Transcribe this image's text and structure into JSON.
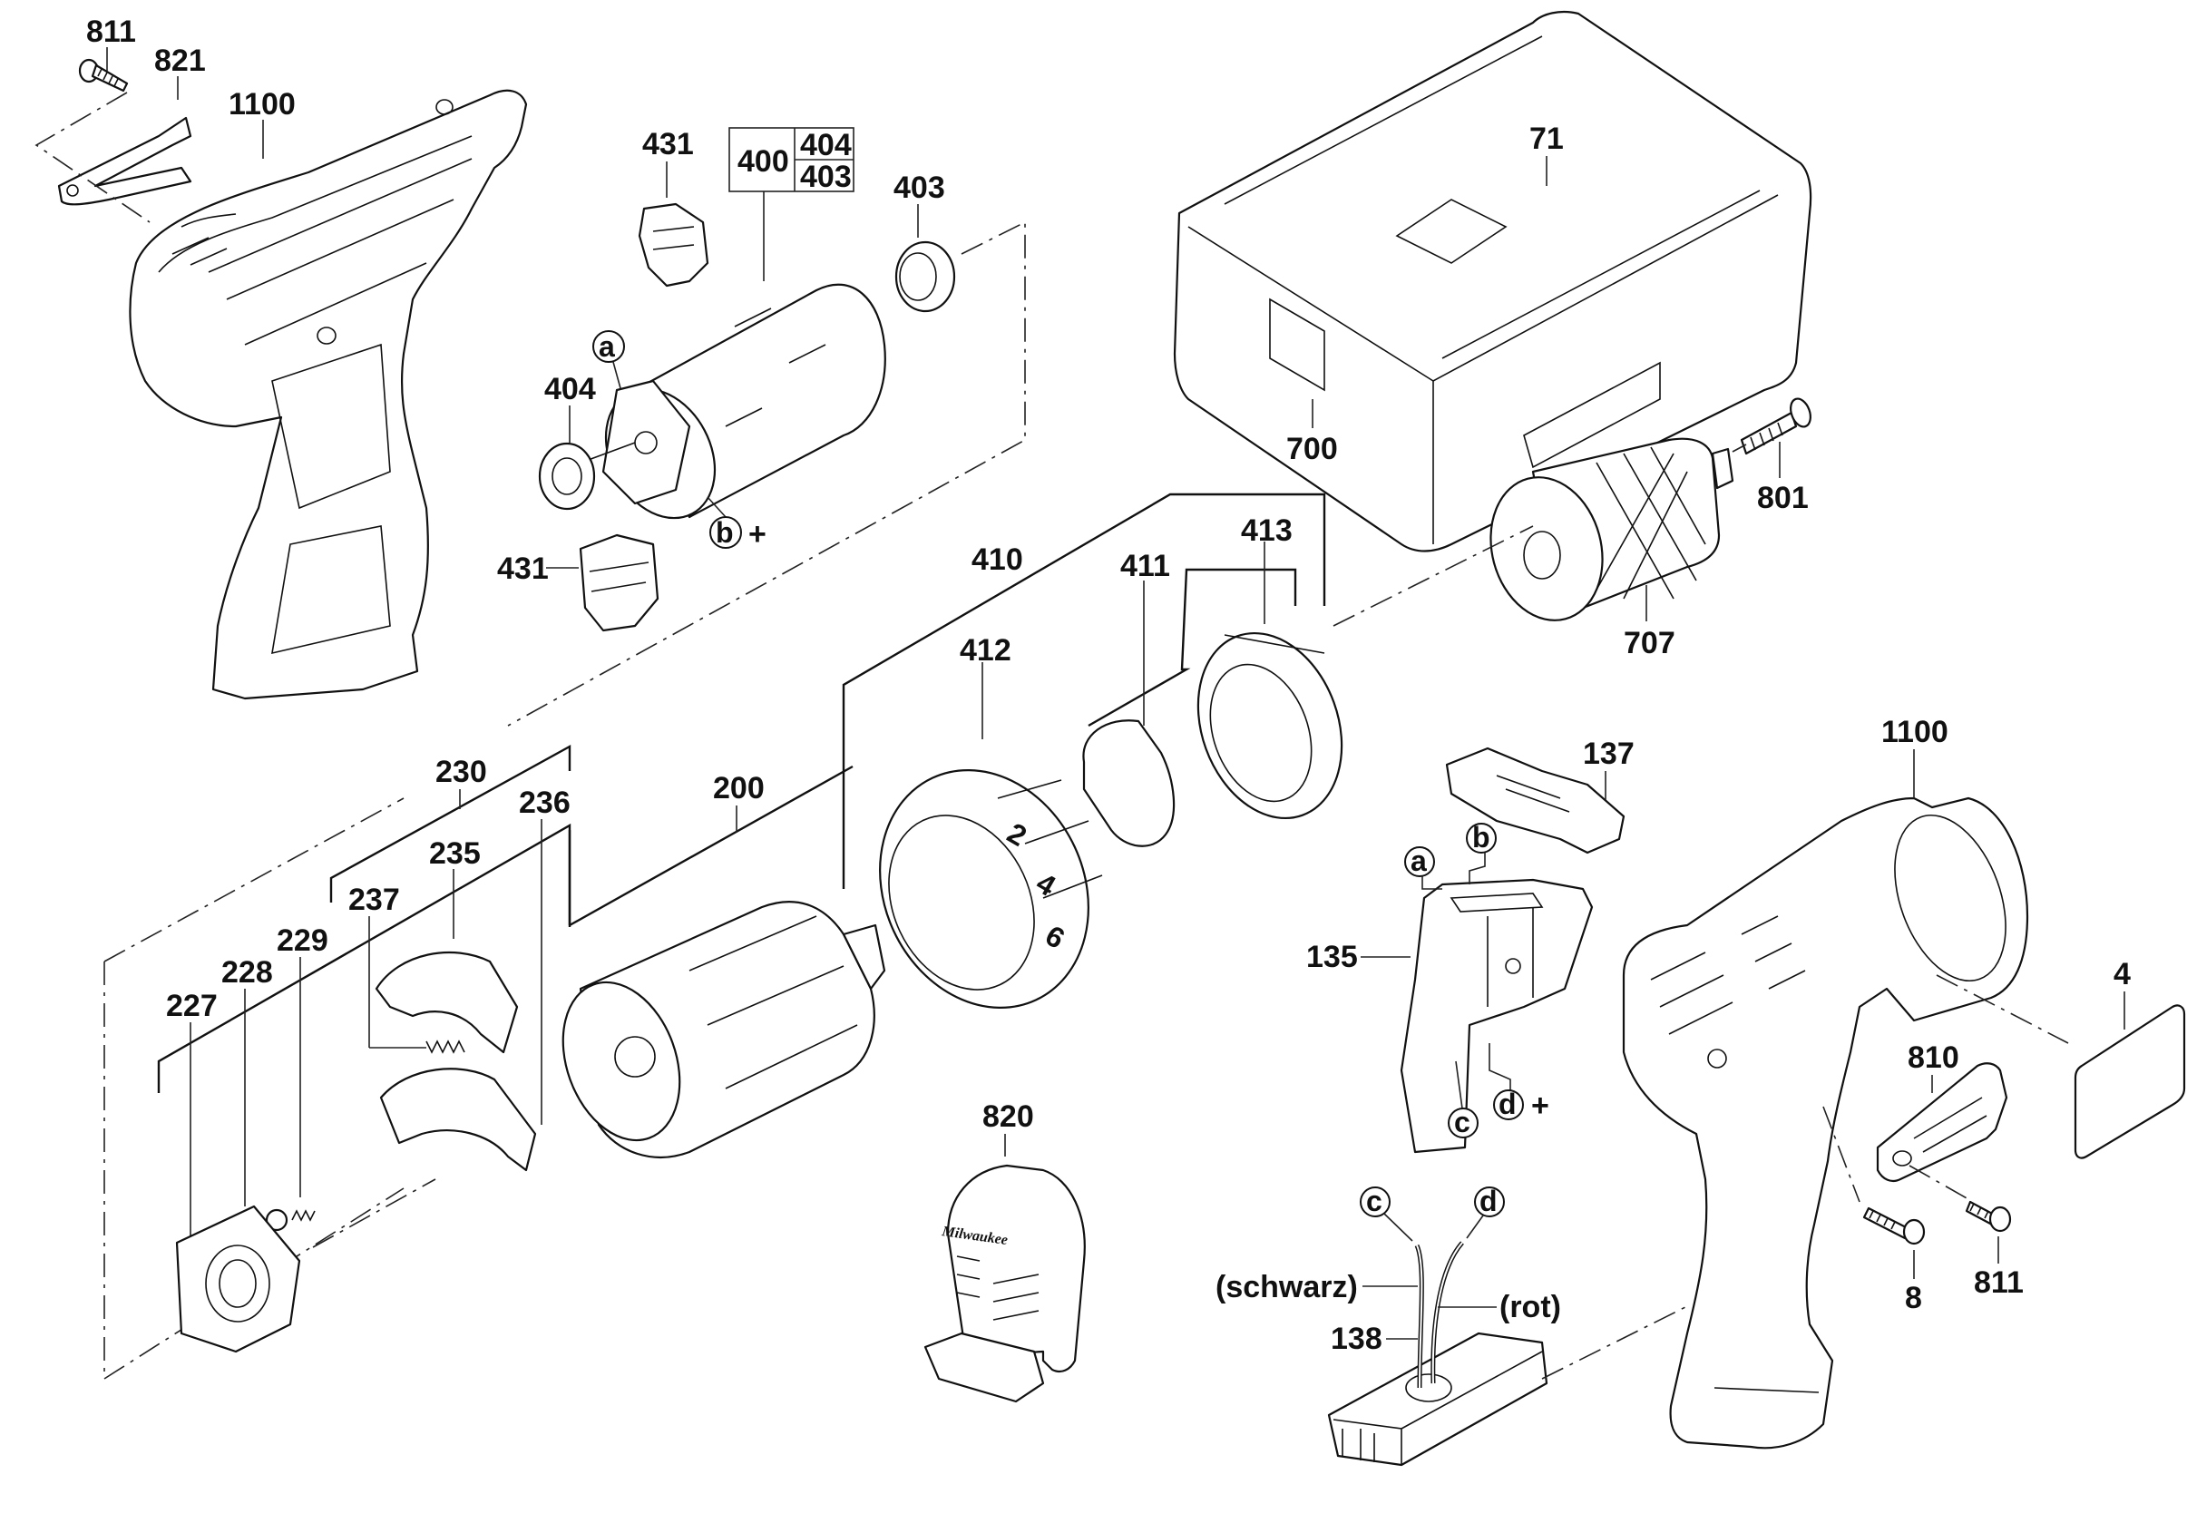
{
  "title": "Exploded parts diagram – cordless drill/driver",
  "parts": {
    "p811a": "811",
    "p821": "821",
    "p1100a": "1100",
    "p431a": "431",
    "p400": "400",
    "p400_404": "404",
    "p400_403": "403",
    "p403": "403",
    "p404": "404",
    "p431b": "431",
    "p71": "71",
    "p700": "700",
    "p801": "801",
    "p707": "707",
    "p410": "410",
    "p411": "411",
    "p413": "413",
    "p412": "412",
    "p230": "230",
    "p236": "236",
    "p200": "200",
    "p235": "235",
    "p237": "237",
    "p229": "229",
    "p228": "228",
    "p227": "227",
    "p137": "137",
    "p135": "135",
    "p1100b": "1100",
    "p4": "4",
    "p810": "810",
    "p8": "8",
    "p811b": "811",
    "p820": "820",
    "p138": "138"
  },
  "wire_notes": {
    "black": "(schwarz)",
    "red": "(rot)"
  },
  "connection_markers": {
    "motor_a": "a",
    "motor_b": "b",
    "motor_b_polarity": "+",
    "switch_a": "a",
    "switch_b": "b",
    "switch_c": "c",
    "switch_d": "d",
    "switch_d_polarity": "+",
    "wire_c": "c",
    "wire_d": "d"
  },
  "clutch_ring_markings": [
    "2",
    "4",
    "6"
  ],
  "worklight_brand": "Milwaukee"
}
